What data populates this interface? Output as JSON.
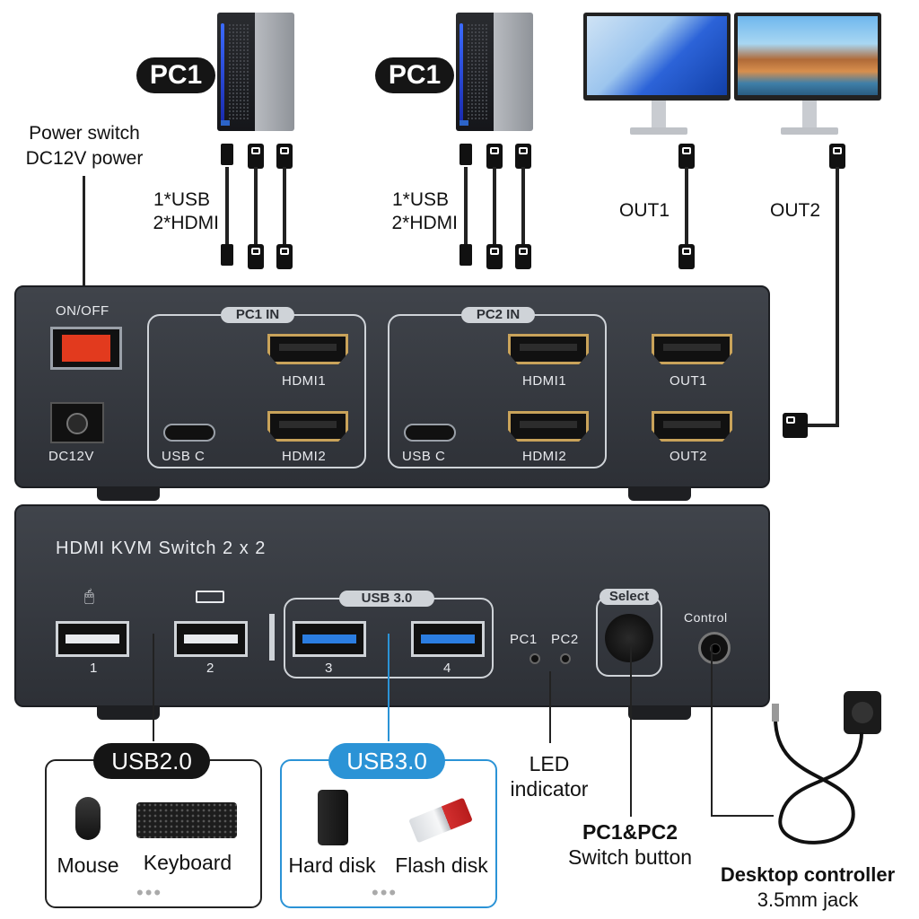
{
  "top": {
    "pc1_tag": "PC1",
    "pc2_tag": "PC1",
    "power_label_1": "Power switch",
    "power_label_2": "DC12V power",
    "pc1_cables_1": "1*USB",
    "pc1_cables_2": "2*HDMI",
    "pc2_cables_1": "1*USB",
    "pc2_cables_2": "2*HDMI",
    "out1_label": "OUT1",
    "out2_label": "OUT2"
  },
  "rear_panel": {
    "switch_label": "ON/OFF",
    "dc_label": "DC12V",
    "pc1_group": "PC1 IN",
    "pc2_group": "PC2 IN",
    "pc1_hdmi1": "HDMI1",
    "pc1_hdmi2": "HDMI2",
    "pc1_usbc": "USB C",
    "pc2_hdmi1": "HDMI1",
    "pc2_hdmi2": "HDMI2",
    "pc2_usbc": "USB C",
    "out1": "OUT1",
    "out2": "OUT2"
  },
  "front_panel": {
    "title": "HDMI KVM Switch 2 x 2",
    "port1": "1",
    "port2": "2",
    "port3": "3",
    "port4": "4",
    "usb3_group": "USB 3.0",
    "led_pc1": "PC1",
    "led_pc2": "PC2",
    "select_label": "Select",
    "control_label": "Control"
  },
  "bottom": {
    "usb2_tag": "USB2.0",
    "usb3_tag": "USB3.0",
    "mouse": "Mouse",
    "keyboard": "Keyboard",
    "hard_disk": "Hard disk",
    "flash_disk": "Flash disk",
    "more": "•••",
    "led_1": "LED",
    "led_2": "indicator",
    "switch_btn_1": "PC1&PC2",
    "switch_btn_2": "Switch button",
    "controller_1": "Desktop controller",
    "controller_2": "3.5mm jack"
  },
  "colors": {
    "device_body": "#373a40",
    "usb3_accent": "#2b93d6",
    "switch_red": "#e23a1e",
    "hdmi_gold": "#c9a35a"
  }
}
